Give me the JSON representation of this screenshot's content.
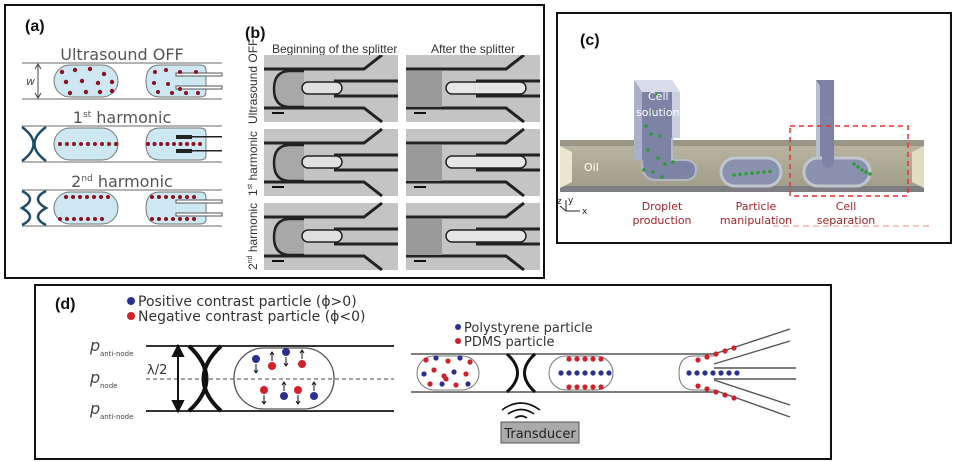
{
  "figure": {
    "panel_a": {
      "label": "(a)",
      "width_symbol": "w",
      "rows": [
        {
          "title": "Ultrasound OFF",
          "sup": "",
          "title_tail": ""
        },
        {
          "title": "1",
          "sup": "st",
          "title_tail": " harmonic"
        },
        {
          "title": "2",
          "sup": "nd",
          "title_tail": " harmonic"
        }
      ],
      "colors": {
        "droplet": "#cde8f2",
        "particle": "#8b1020",
        "wave": "#1e4d6b"
      }
    },
    "panel_b": {
      "label": "(b)",
      "columns": [
        "Beginning of the splitter",
        "After the splitter"
      ],
      "rows": [
        {
          "title": "Ultrasound OFF",
          "sup": "",
          "tail": ""
        },
        {
          "title": "1",
          "sup": "st",
          "tail": " harmonic"
        },
        {
          "title": "2",
          "sup": "nd",
          "tail": " harmonic"
        }
      ]
    },
    "panel_c": {
      "label": "(c)",
      "inlet_label_1": "Cell",
      "inlet_label_2": "solution",
      "oil_label": "Oil",
      "axes": {
        "z": "z",
        "y": "y",
        "x": "x"
      },
      "stages": [
        {
          "line1": "Droplet",
          "line2": "production"
        },
        {
          "line1": "Particle",
          "line2": "manipulation"
        },
        {
          "line1": "Cell",
          "line2": "separation"
        }
      ],
      "colors": {
        "stage_text": "#a3232a",
        "highlight": "#e83030",
        "particle": "#2f9a3a"
      }
    },
    "panel_d": {
      "label": "(d)",
      "legend_left": [
        {
          "text": "Positive contrast particle (ϕ>0)",
          "color": "#2b2f8f"
        },
        {
          "text": "Negative contrast particle (ϕ<0)",
          "color": "#d0202a"
        }
      ],
      "pressure_labels": [
        {
          "p": "p",
          "sub": "anti-node"
        },
        {
          "p": "p",
          "sub": "node"
        },
        {
          "p": "p",
          "sub": "anti-node"
        }
      ],
      "wavelength_label": "λ/2",
      "legend_right": [
        {
          "text": "Polystyrene particle",
          "color": "#2b2f8f"
        },
        {
          "text": "PDMS particle",
          "color": "#d0202a"
        }
      ],
      "transducer_label": "Transducer"
    }
  }
}
